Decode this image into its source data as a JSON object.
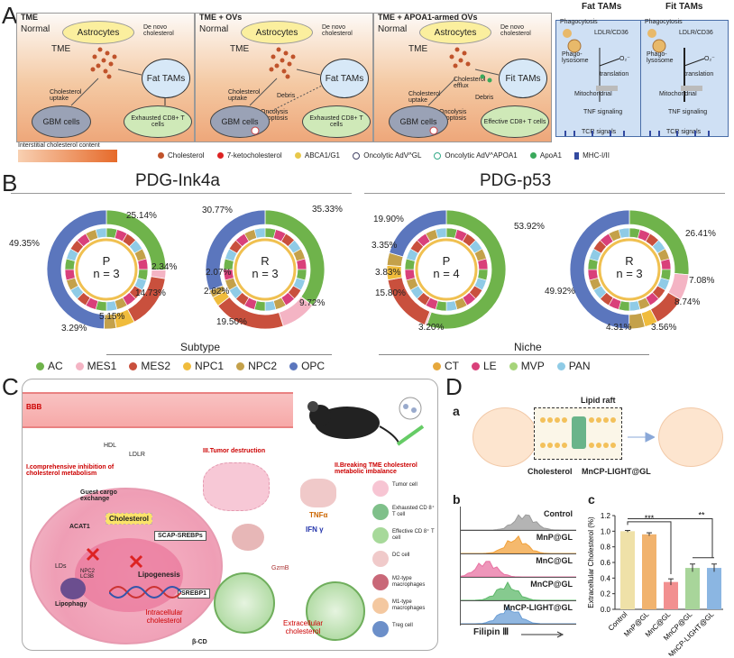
{
  "panel_labels": {
    "a": "A",
    "b": "B",
    "c": "C",
    "d": "D",
    "d_a": "a",
    "d_b": "b",
    "d_c": "c"
  },
  "panelA": {
    "sub_titles": [
      "TME",
      "TME + OVs",
      "TME + APOA1-armed OVs",
      "Fat TAMs",
      "Fit TAMs"
    ],
    "normal": "Normal",
    "tme": "TME",
    "astrocytes": "Astrocytes",
    "de_novo": "De novo cholesterol",
    "fat_tams": "Fat TAMs",
    "fit_tams": "Fit TAMs",
    "chol_uptake": "Cholesterol uptake",
    "gbm": "GBM cells",
    "exhausted": "Exhausted CD8+ T cells",
    "effective": "Effective CD8+ T cells",
    "debris": "Debris",
    "oncolysis": "Oncolysis apoptosis",
    "efflux": "Cholesterol efflux",
    "interstitial": "Interstitial cholesterol content",
    "tam_labels": {
      "phagocytosis": "Phagocytosis",
      "ldlr": "LDLR/CD36",
      "phago": "Phago-lysosome",
      "o2": "O₂⁻",
      "translation": "translation",
      "mito": "Mitochondrial",
      "tnf": "TNF signaling",
      "tcr": "TCR signals"
    },
    "legend": [
      "Cholesterol",
      "7-ketocholesterol",
      "ABCA1/G1",
      "Oncolytic AdV^GL",
      "Oncolytic AdV^APOA1",
      "ApoA1",
      "MHC-I/II"
    ]
  },
  "panelB": {
    "title_left": "PDG-Ink4a",
    "title_right": "PDG-p53",
    "donuts": [
      {
        "center": "P",
        "n": "n = 3",
        "labels": [
          "25.14%",
          "2.34%",
          "14.73%",
          "5.15%",
          "3.29%",
          "49.35%"
        ]
      },
      {
        "center": "R",
        "n": "n = 3",
        "labels": [
          "35.33%",
          "9.72%",
          "19.50%",
          "2.62%",
          "2.07%",
          "30.77%"
        ]
      },
      {
        "center": "P",
        "n": "n = 4",
        "labels": [
          "53.92%",
          "3.20%",
          "15.80%",
          "3.83%",
          "3.35%",
          "19.90%"
        ]
      },
      {
        "center": "R",
        "n": "n = 3",
        "labels": [
          "26.41%",
          "7.08%",
          "8.74%",
          "3.56%",
          "4.31%",
          "49.92%"
        ]
      }
    ],
    "subtype_title": "Subtype",
    "niche_title": "Niche",
    "subtype_legend": [
      {
        "name": "AC",
        "color": "#6fb34b"
      },
      {
        "name": "MES1",
        "color": "#f4b4c4"
      },
      {
        "name": "MES2",
        "color": "#c9503d"
      },
      {
        "name": "NPC1",
        "color": "#f0bc3c"
      },
      {
        "name": "NPC2",
        "color": "#c4a14a"
      },
      {
        "name": "OPC",
        "color": "#5b76bd"
      }
    ],
    "niche_legend": [
      {
        "name": "CT",
        "color": "#e6a83c"
      },
      {
        "name": "LE",
        "color": "#d9407a"
      },
      {
        "name": "MVP",
        "color": "#a6d47a"
      },
      {
        "name": "PAN",
        "color": "#8fcbe6"
      }
    ]
  },
  "panelC": {
    "bbb": "BBB",
    "hdl": "HDL",
    "ldlr": "LDLR",
    "inhibition": "I.comprehensive inhibition of cholesterol metabolism",
    "tumor_destruction": "III.Tumor destruction",
    "breaking": "II.Breaking TME cholesterol metabolic imbalance",
    "guest": "Guest cargo exchange",
    "cholesterol": "Cholesterol",
    "acat1": "ACAT1",
    "scap": "SCAP-SREBPs",
    "npc2": "NPC2 LC3B",
    "lipogenesis": "Lipogenesis",
    "lds": "LDs",
    "lipophagy": "Lipophagy",
    "srebp1": "SREBP1",
    "intracellular": "Intracellular cholesterol",
    "extracellular": "Extracellular cholesterol",
    "bcd": "β-CD",
    "tnfa": "TNFα",
    "ifn": "IFN γ",
    "gzmb": "GzmB",
    "cell_legend": [
      "Tumor cell",
      "Exhausted CD 8⁺ T cell",
      "Effective CD 8⁺ T cell",
      "DC cell",
      "M2-type macrophages",
      "M1-type macrophages",
      "Treg cell"
    ]
  },
  "panelD": {
    "lipid_raft": "Lipid raft",
    "cholesterol": "Cholesterol",
    "mncp": "MnCP-LIGHT@GL",
    "hist_rows": [
      "Control",
      "MnP@GL",
      "MnC@GL",
      "MnCP@GL",
      "MnCP-LIGHT@GL"
    ],
    "hist_colors": [
      "#9b9b9b",
      "#f2a23c",
      "#e873a3",
      "#5db86a",
      "#6c9fd6"
    ],
    "filipin": "Filipin Ⅲ"
  },
  "chart_data": {
    "type": "bar",
    "categories": [
      "Control",
      "MnP@GL",
      "MnC@GL",
      "MnCP@GL",
      "MnCP-LIGHT@GL"
    ],
    "values": [
      1.0,
      0.96,
      0.35,
      0.53,
      0.53
    ],
    "errors": [
      0.01,
      0.02,
      0.04,
      0.05,
      0.05
    ],
    "colors": [
      "#efe1a8",
      "#f1b36e",
      "#f29090",
      "#a8d59a",
      "#8bb6e2"
    ],
    "ylabel": "Extracellular Cholesterol (%)",
    "ylim": [
      0,
      1.2
    ],
    "yticks": [
      "0.0",
      "0.2",
      "0.4",
      "0.6",
      "0.8",
      "1.0",
      "1.2"
    ],
    "significance": [
      "***",
      "**"
    ]
  }
}
